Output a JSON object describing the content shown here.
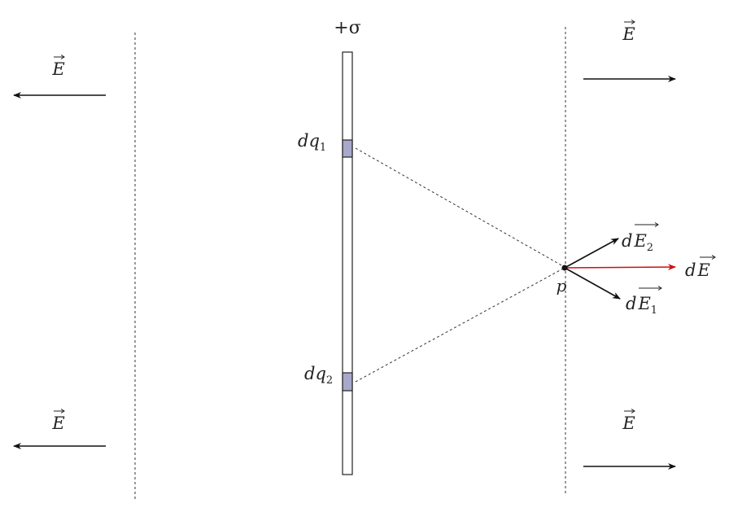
{
  "sheet": {
    "charge_density_label": "+σ",
    "field_symbol": "E",
    "field_vectors": [
      {
        "side": "left",
        "direction": "left",
        "label": "E"
      },
      {
        "side": "left",
        "direction": "left",
        "label": "E"
      },
      {
        "side": "right",
        "direction": "right",
        "label": "E"
      },
      {
        "side": "right",
        "direction": "right",
        "label": "E"
      }
    ],
    "charge_elements": [
      {
        "label_base": "dq",
        "label_sub": "1"
      },
      {
        "label_base": "dq",
        "label_sub": "2"
      }
    ]
  },
  "point": {
    "label": "p"
  },
  "contributions": [
    {
      "prefix": "d",
      "symbol": "E",
      "sub": "2"
    },
    {
      "prefix": "d",
      "symbol": "E",
      "sub": "1"
    }
  ],
  "net": {
    "prefix": "d",
    "symbol": "E"
  },
  "colors": {
    "sheet_fill": "#ffffff",
    "charge_fill": "#a8a8cc",
    "arrow": "#111111",
    "net_arrow": "#cc1111",
    "guide": "#333333"
  }
}
